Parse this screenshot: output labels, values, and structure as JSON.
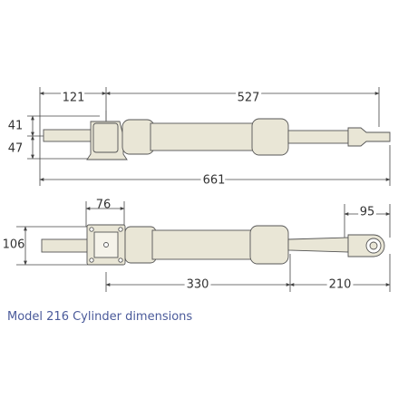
{
  "caption": "Model 216 Cylinder dimensions",
  "colors": {
    "line": "#444444",
    "body_fill": "#e9e6d6",
    "body_stroke": "#555555",
    "caption": "#4a5a9a"
  },
  "dimensions": {
    "top_view": {
      "mount_offset": "121",
      "stroke_section": "527",
      "upper_height": "41",
      "lower_height": "47",
      "overall_length": "661"
    },
    "bottom_view": {
      "mount_width": "76",
      "rod_end": "95",
      "height": "106",
      "body_length": "330",
      "rod_length": "210"
    }
  }
}
